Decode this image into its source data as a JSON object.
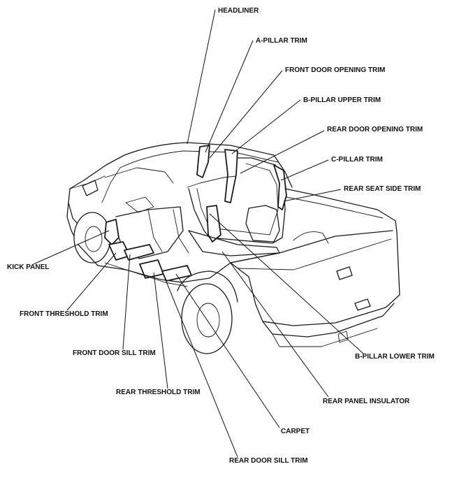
{
  "labels": {
    "headliner": "HEADLINER",
    "a_pillar_trim": "A-PILLAR TRIM",
    "front_door_opening_trim": "FRONT DOOR OPENING TRIM",
    "b_pillar_upper_trim": "B-PILLAR UPPER TRIM",
    "rear_door_opening_trim": "REAR DOOR OPENING TRIM",
    "c_pillar_trim": "C-PILLAR TRIM",
    "rear_seat_side_trim": "REAR SEAT SIDE TRIM",
    "kick_panel": "KICK PANEL",
    "front_threshold_trim": "FRONT THRESHOLD TRIM",
    "front_door_sill_trim": "FRONT DOOR SILL TRIM",
    "rear_threshold_trim": "REAR THRESHOLD TRIM",
    "carpet": "CARPET",
    "rear_door_sill_trim": "REAR DOOR SILL TRIM",
    "b_pillar_lower_trim": "B-PILLAR LOWER TRIM",
    "rear_panel_insulator": "REAR PANEL INSULATOR"
  }
}
